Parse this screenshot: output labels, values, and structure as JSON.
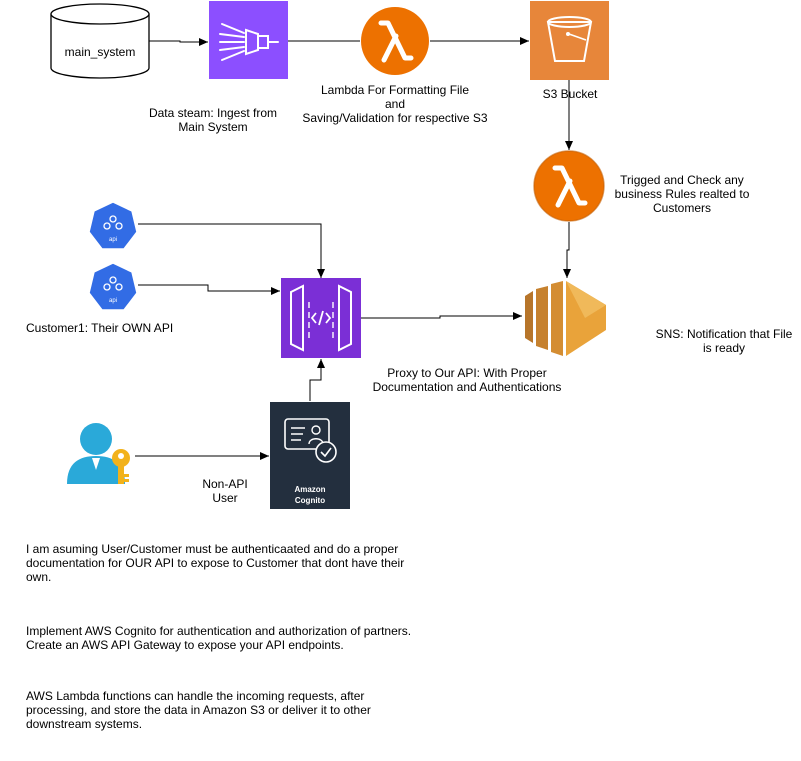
{
  "colors": {
    "kinesis": "#8C4FFF",
    "lambda": "#ED7100",
    "s3": "#E7863A",
    "apigw": "#7B2FD6",
    "cognito": "#232F3E",
    "sns": "#E9A33A",
    "k8s_api": "#326CE5",
    "user": "#2AA9D9",
    "key": "#F2B21B"
  },
  "nodes": {
    "main_system": {
      "label": "main_system",
      "icon": "database-cylinder-icon"
    },
    "data_stream": {
      "icon": "kinesis-data-stream-icon",
      "label_lines": [
        "Data steam: Ingest from",
        "Main System"
      ]
    },
    "lambda_format": {
      "icon": "lambda-icon",
      "label_lines": [
        "Lambda For Formatting File",
        "and",
        "Saving/Validation for respective S3"
      ]
    },
    "s3_bucket": {
      "icon": "s3-bucket-icon",
      "label": "S3 Bucket"
    },
    "lambda_rules": {
      "icon": "lambda-icon",
      "label_lines": [
        "Trigged and Check any",
        "business Rules realted to",
        "Customers"
      ]
    },
    "customer_api_1": {
      "icon": "kubernetes-api-icon",
      "badge": "api"
    },
    "customer_api_2": {
      "icon": "kubernetes-api-icon",
      "badge": "api"
    },
    "customer_label": "Customer1: Their OWN  API",
    "api_gateway": {
      "icon": "api-gateway-icon",
      "label_lines": [
        "Proxy to Our API: With Proper",
        "Documentation and Authentications"
      ]
    },
    "sns": {
      "icon": "sns-icon",
      "label_lines": [
        "SNS: Notification that File",
        "is ready"
      ]
    },
    "user": {
      "icon": "user-with-key-icon",
      "label_lines": [
        "Non-API",
        "User"
      ]
    },
    "cognito": {
      "icon": "cognito-icon",
      "title_lines": [
        "Amazon",
        "Cognito"
      ]
    }
  },
  "notes": [
    [
      "I am asuming User/Customer must be authenticaated and do a proper",
      "documentation for OUR API to expose to Customer that dont have their",
      "own."
    ],
    [
      "Implement AWS Cognito for authentication and authorization of partners.",
      "Create an AWS API Gateway to expose your API endpoints."
    ],
    [
      "AWS Lambda functions can handle the incoming requests, after",
      "processing, and store the data in Amazon S3 or deliver it to other",
      "downstream systems."
    ]
  ]
}
